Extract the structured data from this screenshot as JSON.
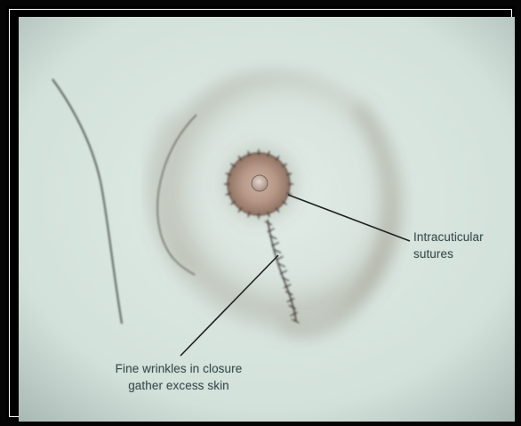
{
  "annotations": {
    "sutures": {
      "line1": "Intracuticular",
      "line2": "sutures"
    },
    "wrinkles": {
      "line1": "Fine wrinkles in closure",
      "line2": "gather excess skin"
    }
  },
  "colors": {
    "paper": "#d9e6e0",
    "paper_edge": "#aebfba",
    "areola_shadow": "#6f6a5f",
    "areola_fill": "#b99a86",
    "nipple": "#c8b0a4",
    "line": "#2a2f2c",
    "text": "#3b4e4f",
    "frame": "#050505"
  }
}
